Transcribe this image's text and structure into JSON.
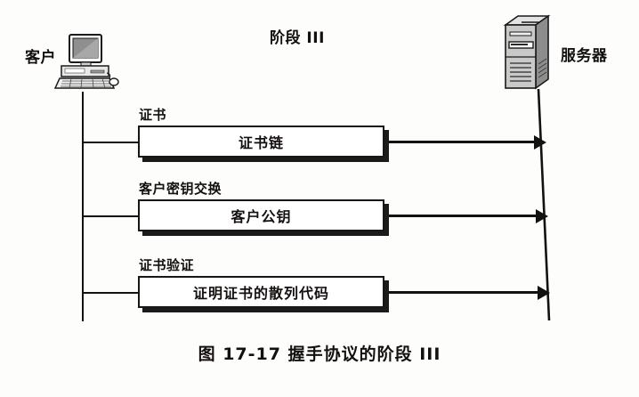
{
  "figure": {
    "phase_title": "阶段 III",
    "caption": "图 17-17    握手协议的阶段 III",
    "caption_number": "17-17"
  },
  "actors": {
    "client": {
      "label": "客户",
      "icon": "desktop-computer-icon"
    },
    "server": {
      "label": "服务器",
      "icon": "tower-server-icon"
    }
  },
  "messages": [
    {
      "label": "证书",
      "box_text": "证书链",
      "direction": "client-to-server",
      "arrow_icon": "arrow-right-icon"
    },
    {
      "label": "客户密钥交换",
      "box_text": "客户公钥",
      "direction": "client-to-server",
      "arrow_icon": "arrow-right-icon"
    },
    {
      "label": "证书验证",
      "box_text": "证明证书的散列代码",
      "direction": "client-to-server",
      "arrow_icon": "arrow-right-icon"
    }
  ],
  "colors": {
    "ink": "#121212",
    "paper": "#fdfdfc",
    "box_fill": "#ffffff",
    "shadow": "#1b1b1b",
    "icon_gray": "#b9b9b9"
  }
}
